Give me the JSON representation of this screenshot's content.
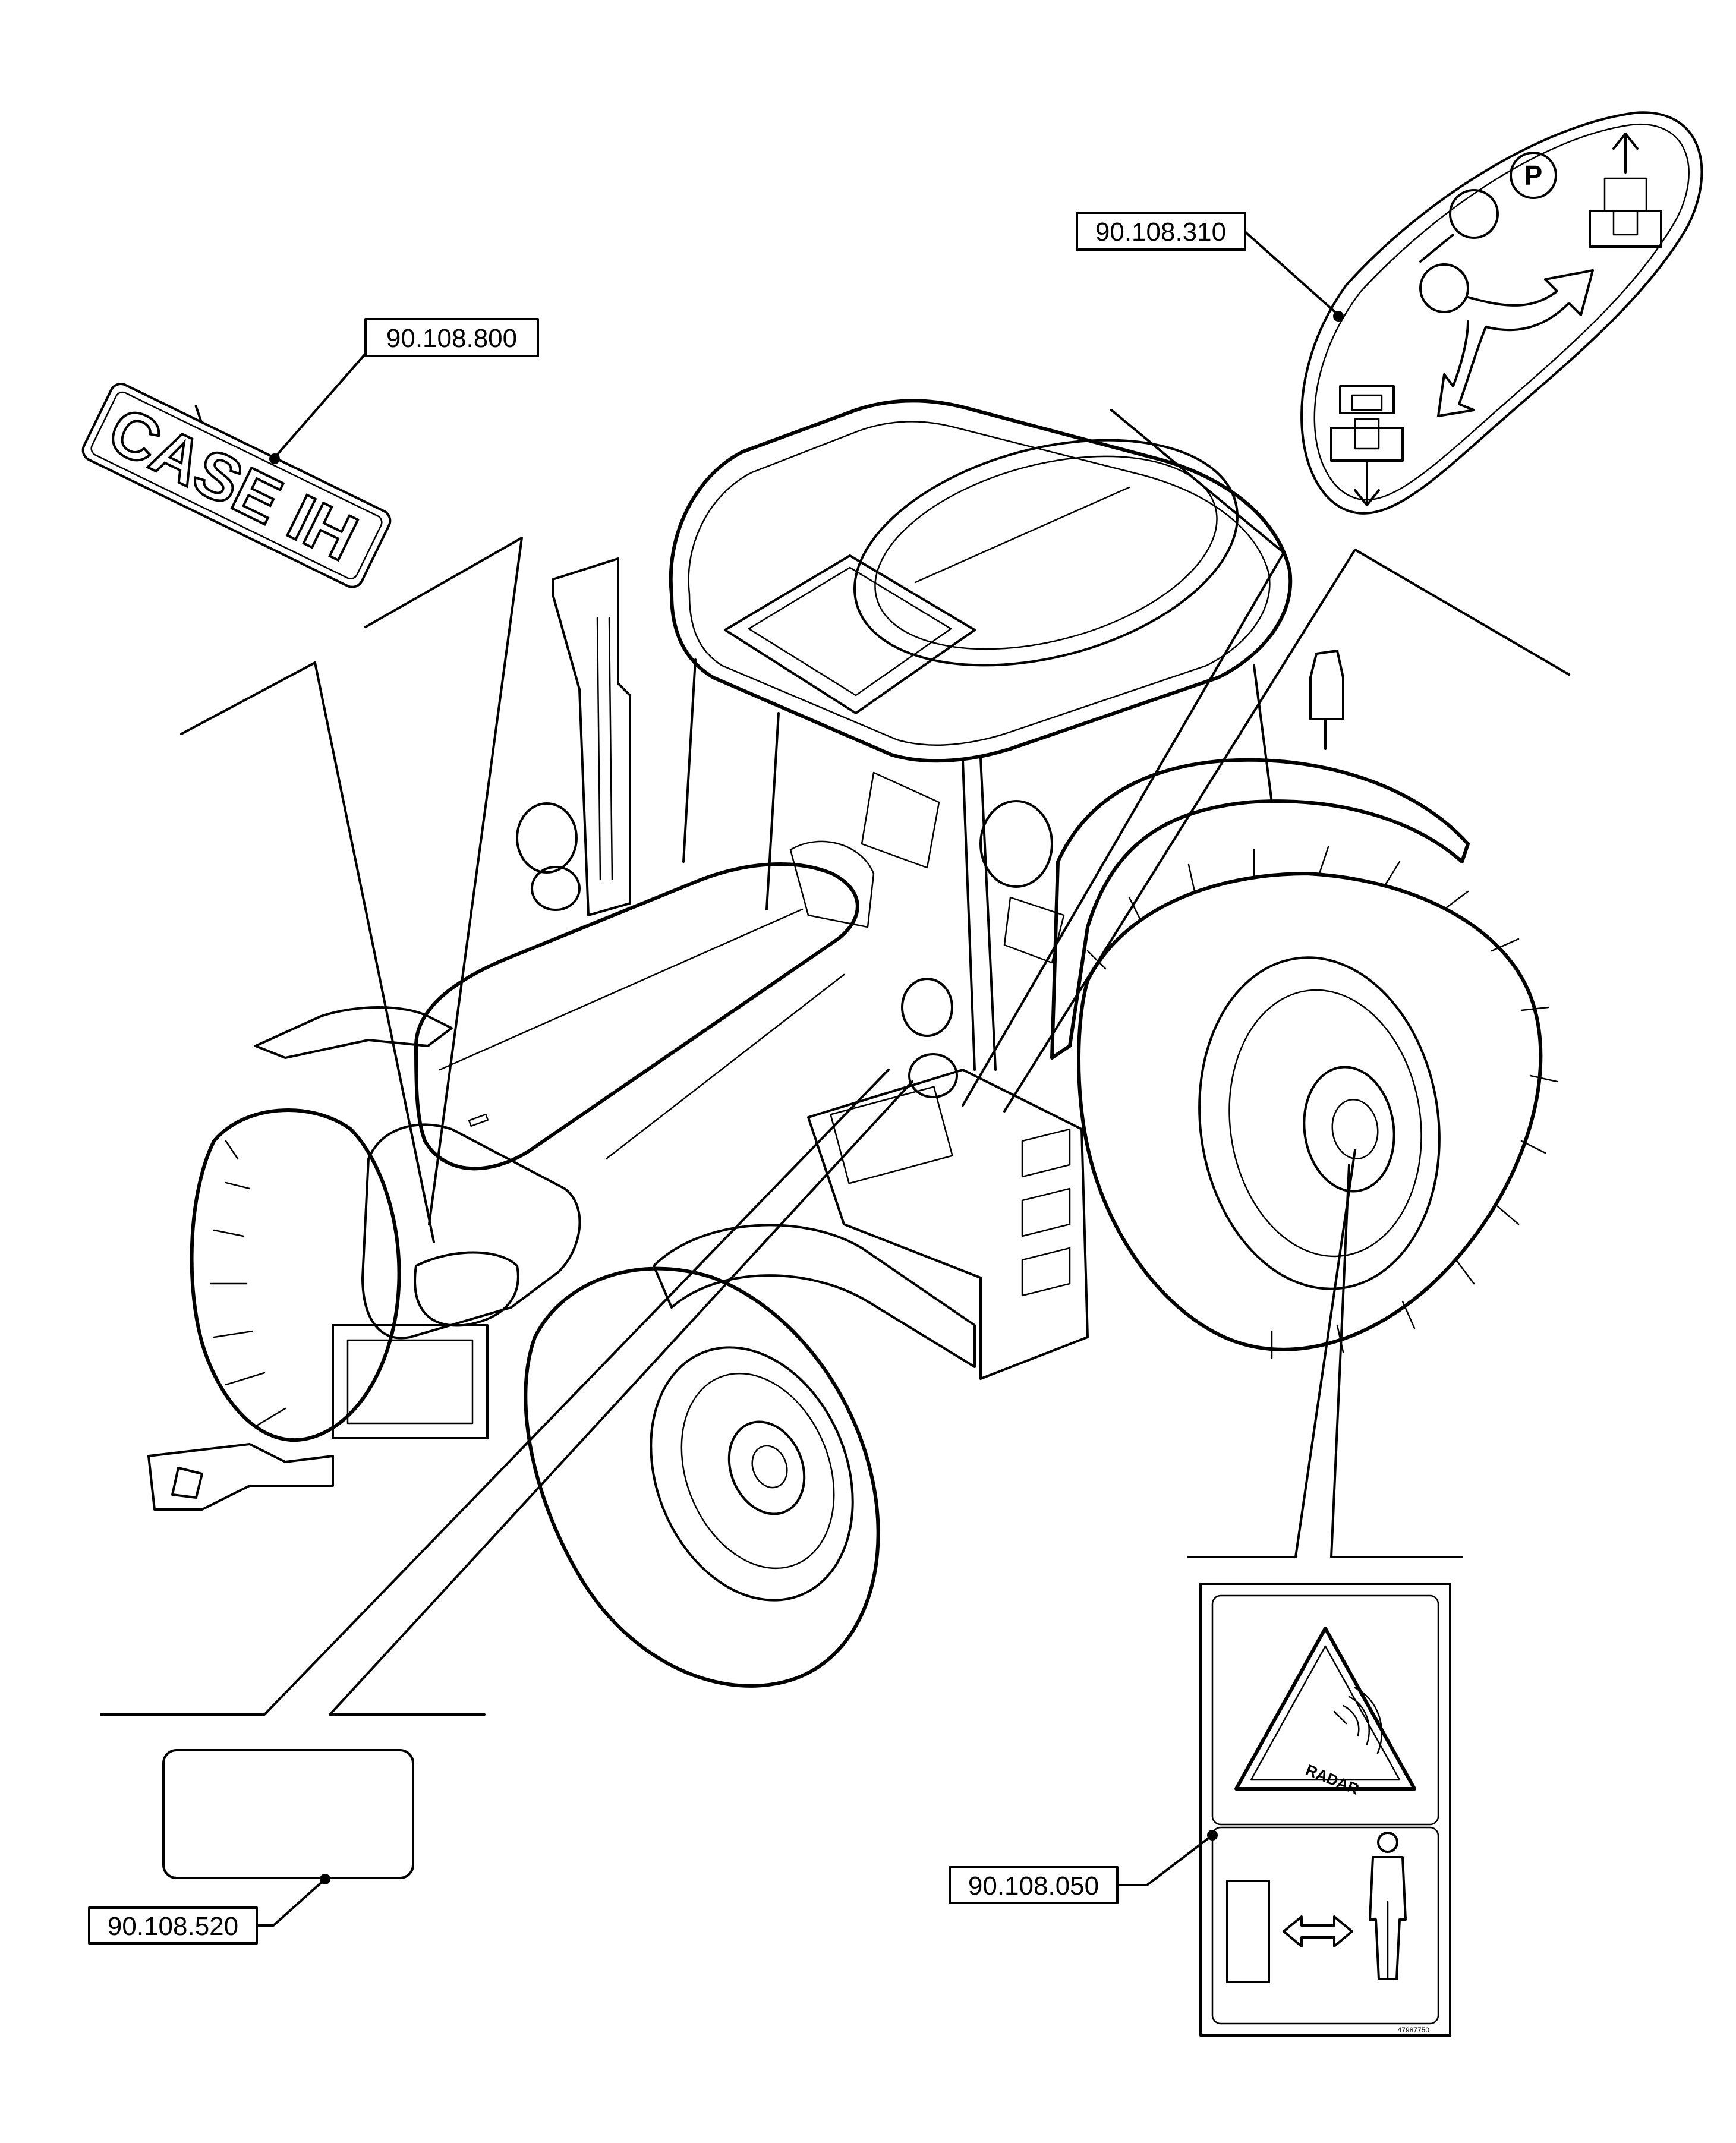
{
  "callouts": [
    {
      "id": "c1",
      "text": "90.108.800"
    },
    {
      "id": "c2",
      "text": "90.108.310"
    },
    {
      "id": "c3",
      "text": "90.108.520"
    },
    {
      "id": "c4",
      "text": "90.108.050"
    }
  ],
  "decals": {
    "brand": {
      "text": "CASE IH"
    },
    "transmission": {
      "park": "P"
    },
    "radar": {
      "text": "RADAR"
    },
    "part_code": {
      "text": "47987750"
    }
  }
}
